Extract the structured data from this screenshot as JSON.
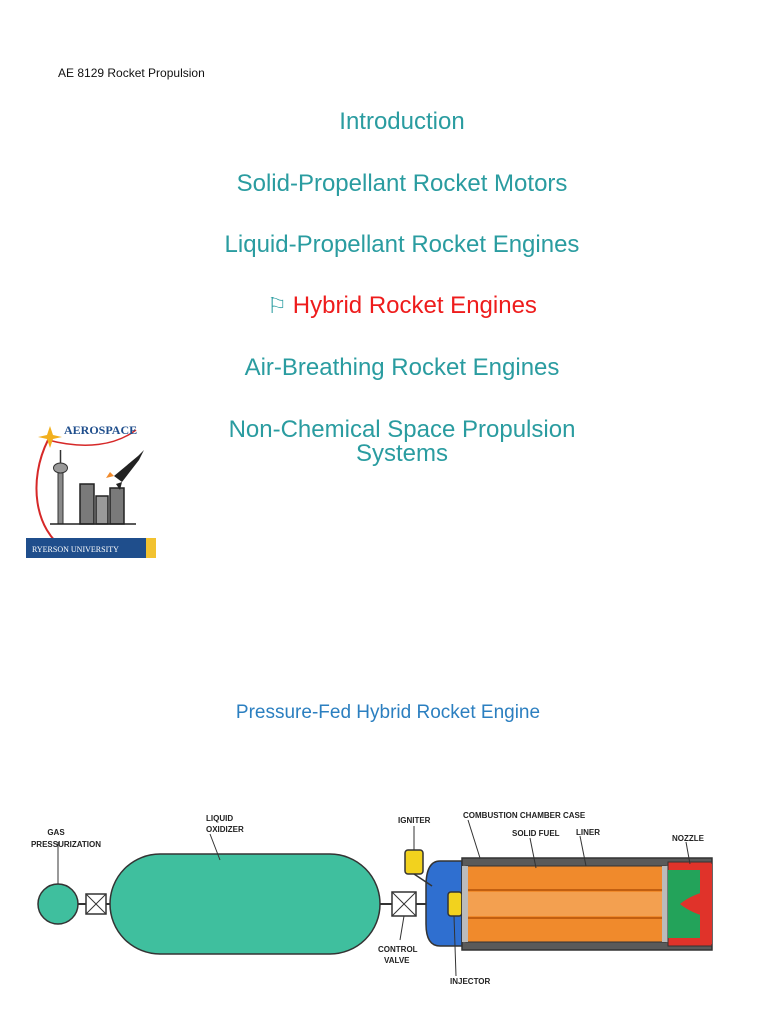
{
  "header": {
    "course": "AE 8129 Rocket Propulsion"
  },
  "topics": [
    {
      "label": "Introduction"
    },
    {
      "label": "Solid-Propellant Rocket Motors"
    },
    {
      "label": "Liquid-Propellant Rocket Engines"
    },
    {
      "label": "Hybrid Rocket Engines",
      "active": true
    },
    {
      "label": "Air-Breathing Rocket Engines"
    },
    {
      "label": "Non-Chemical Space Propulsion",
      "label_line2": "Systems"
    }
  ],
  "logo": {
    "title": "AEROSPACE",
    "banner": "RYERSON UNIVERSITY"
  },
  "figure": {
    "title": "Pressure-Fed Hybrid Rocket Engine",
    "labels": {
      "gas1": "GAS",
      "gas2": "PRESSURIZATION",
      "liquid1": "LIQUID",
      "liquid2": "OXIDIZER",
      "igniter": "IGNITER",
      "case": "COMBUSTION CHAMBER CASE",
      "fuel": "SOLID FUEL",
      "liner": "LINER",
      "nozzle": "NOZZLE",
      "control1": "CONTROL",
      "control2": "VALVE",
      "injector": "INJECTOR"
    }
  },
  "colors": {
    "topic": "#2a9ca0",
    "active": "#ee1c1c",
    "tank": "#3fbf9e",
    "fuel": "#f08a2c",
    "injector_cap": "#2f6fd0",
    "nozzle_red": "#e0332a",
    "nozzle_green": "#23a35a"
  }
}
